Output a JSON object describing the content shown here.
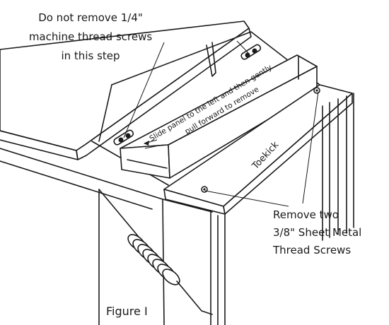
{
  "callouts": {
    "machine_screws_line1": "Do not remove 1/4\"",
    "machine_screws_line2": "machine thread screws",
    "machine_screws_line3": "in this step",
    "panel_line1": "Slide panel to the left and then gently",
    "panel_line2": "pull forward to remove",
    "toekick": "Toekick",
    "sheet_metal_line1": "Remove two",
    "sheet_metal_line2": "3/8\" Sheet Metal",
    "sheet_metal_line3": "Thread Screws"
  },
  "figure_caption": "Figure I"
}
